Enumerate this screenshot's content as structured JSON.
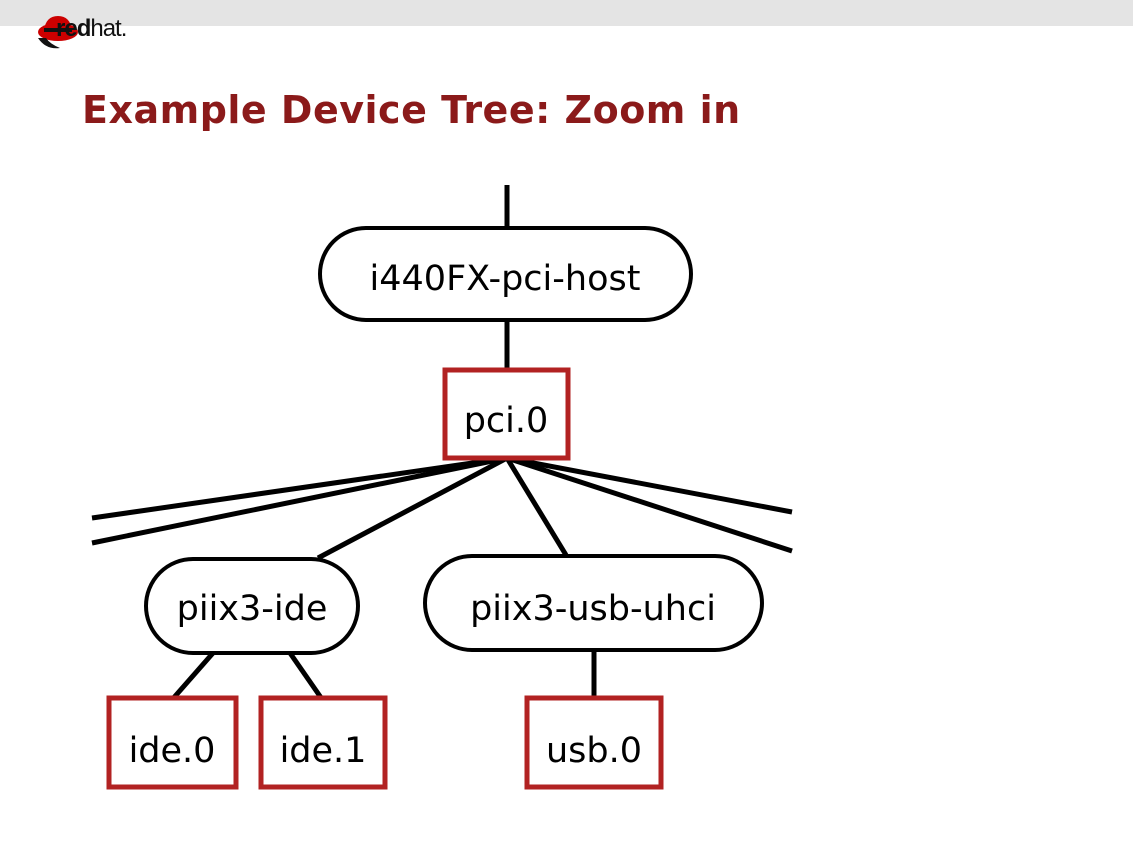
{
  "header": {
    "logo_text_bold": "red",
    "logo_text_light": "hat."
  },
  "slide": {
    "title": "Example Device Tree: Zoom in"
  },
  "diagram": {
    "nodes": {
      "host": "i440FX-pci-host",
      "pci_bus": "pci.0",
      "ide_ctrl": "piix3-ide",
      "usb_ctrl": "piix3-usb-uhci",
      "ide0": "ide.0",
      "ide1": "ide.1",
      "usb0": "usb.0"
    },
    "colors": {
      "device_stroke": "#000000",
      "bus_stroke": "#b22222",
      "title": "#8b1a1a"
    }
  }
}
